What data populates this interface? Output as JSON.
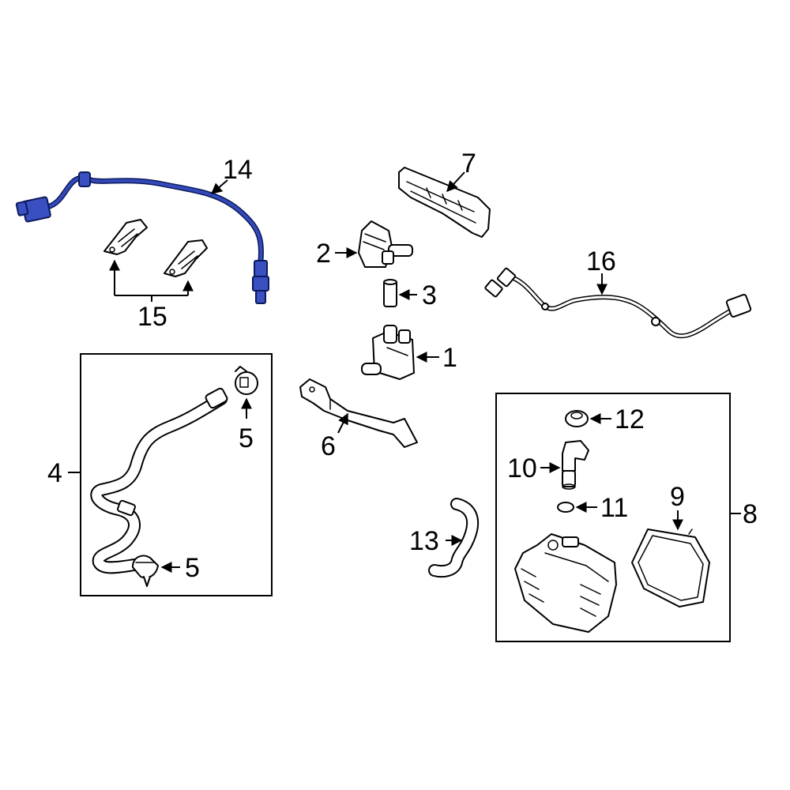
{
  "colors": {
    "background": "#ffffff",
    "line": "#000000",
    "highlight": "#3349b8",
    "highlight_dark": "#0b1a5c"
  },
  "callouts": {
    "c1": "1",
    "c2": "2",
    "c3": "3",
    "c4": "4",
    "c5a": "5",
    "c5b": "5",
    "c6": "6",
    "c7": "7",
    "c8": "8",
    "c9": "9",
    "c10": "10",
    "c11": "11",
    "c12": "12",
    "c13": "13",
    "c14": "14",
    "c15": "15",
    "c16": "16"
  },
  "highlighted_part": "14"
}
